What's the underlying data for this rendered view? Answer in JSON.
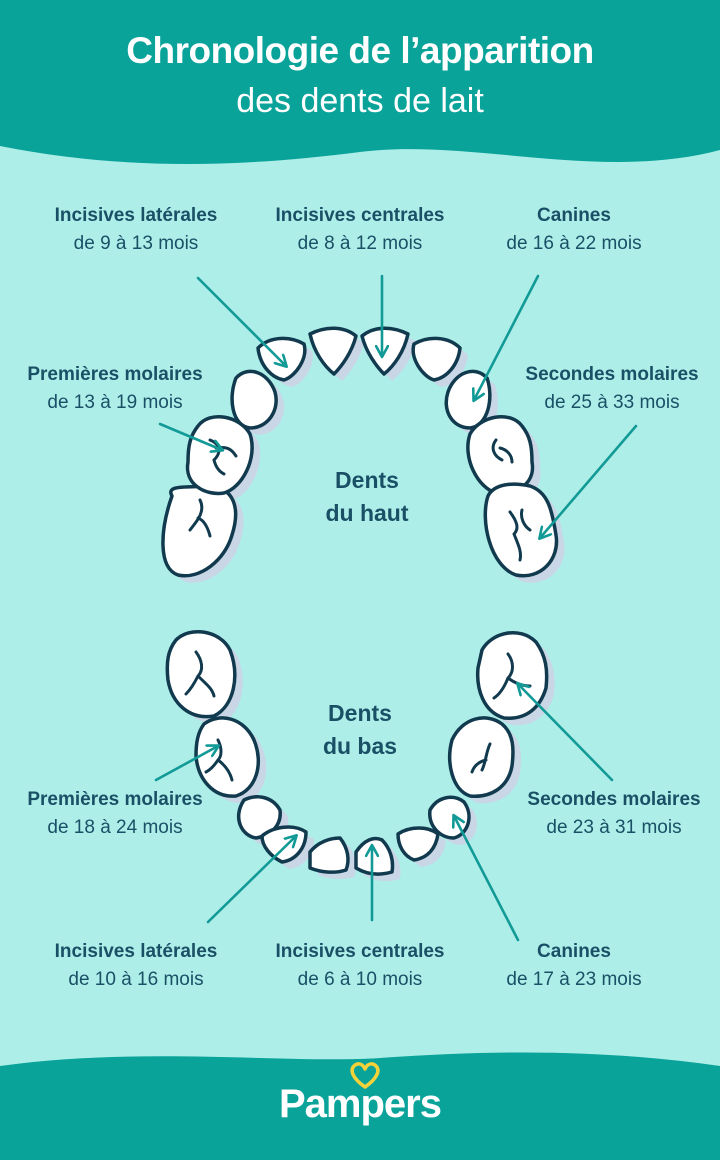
{
  "title": {
    "line1": "Chronologie de l’apparition",
    "line2": "des dents de lait"
  },
  "colors": {
    "teal": "#0aa39a",
    "background": "#aeeee9",
    "text": "#1a5066",
    "arrow": "#129a96",
    "tooth_outline": "#123a4e",
    "logo_heart": "#f5d23a"
  },
  "upper": {
    "label": [
      "Dents",
      "du haut"
    ],
    "lateral_incisors": {
      "name": "Incisives latérales",
      "range": "de 9 à 13 mois"
    },
    "central_incisors": {
      "name": "Incisives centrales",
      "range": "de 8 à 12 mois"
    },
    "canines": {
      "name": "Canines",
      "range": "de 16 à 22 mois"
    },
    "first_molars": {
      "name": "Premières molaires",
      "range": "de 13 à 19 mois"
    },
    "second_molars": {
      "name": "Secondes molaires",
      "range": "de 25 à 33 mois"
    }
  },
  "lower": {
    "label": [
      "Dents",
      "du bas"
    ],
    "first_molars": {
      "name": "Premières molaires",
      "range": "de 18 à 24 mois"
    },
    "second_molars": {
      "name": "Secondes molaires",
      "range": "de 23 à 31 mois"
    },
    "lateral_incisors": {
      "name": "Incisives latérales",
      "range": "de 10 à 16 mois"
    },
    "central_incisors": {
      "name": "Incisives centrales",
      "range": "de 6 à 10 mois"
    },
    "canines": {
      "name": "Canines",
      "range": "de 17 à 23 mois"
    }
  },
  "logo": {
    "text": "Pampers",
    "icon": "heart-icon"
  }
}
